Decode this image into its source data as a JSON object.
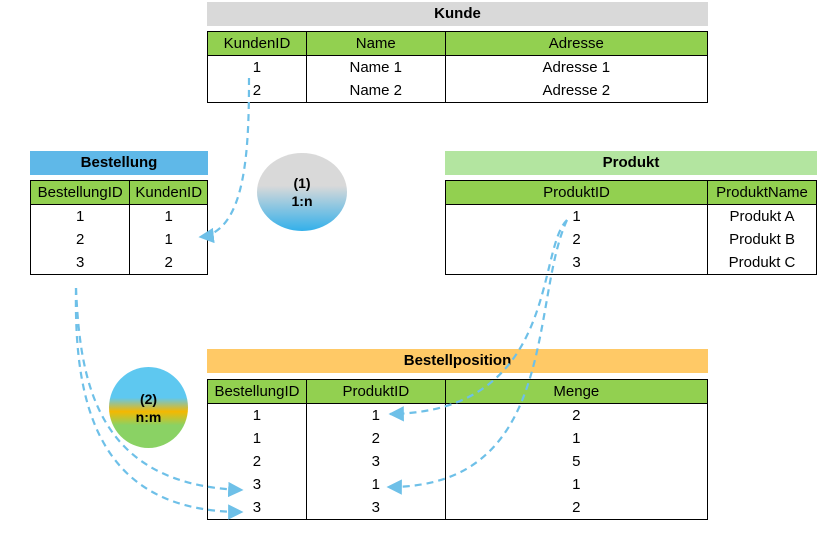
{
  "kunde": {
    "title": "Kunde",
    "headers": [
      "KundenID",
      "Name",
      "Adresse"
    ],
    "rows": [
      [
        "1",
        "Name 1",
        "Adresse 1"
      ],
      [
        "2",
        "Name 2",
        "Adresse 2"
      ]
    ]
  },
  "bestellung": {
    "title": "Bestellung",
    "headers": [
      "BestellungID",
      "KundenID"
    ],
    "rows": [
      [
        "1",
        "1"
      ],
      [
        "2",
        "1"
      ],
      [
        "3",
        "2"
      ]
    ]
  },
  "produkt": {
    "title": "Produkt",
    "headers": [
      "ProduktID",
      "ProduktName"
    ],
    "rows": [
      [
        "1",
        "Produkt A"
      ],
      [
        "2",
        "Produkt B"
      ],
      [
        "3",
        "Produkt C"
      ]
    ]
  },
  "bestellposition": {
    "title": "Bestellposition",
    "headers": [
      "BestellungID",
      "ProduktID",
      "Menge"
    ],
    "rows": [
      [
        "1",
        "1",
        "2"
      ],
      [
        "1",
        "2",
        "1"
      ],
      [
        "2",
        "3",
        "5"
      ],
      [
        "3",
        "1",
        "1"
      ],
      [
        "3",
        "3",
        "2"
      ]
    ]
  },
  "relations": {
    "one_to_many": {
      "number": "(1)",
      "label": "1:n"
    },
    "many_to_many": {
      "number": "(2)",
      "label": "n:m"
    }
  },
  "colors": {
    "header_green": "#92d050",
    "kunde_title": "#d9d9d9",
    "bestellung_title": "#5fb8e8",
    "produkt_title": "#b3e5a0",
    "bestellposition_title": "#ffc966",
    "arrow": "#6ec0e8"
  }
}
